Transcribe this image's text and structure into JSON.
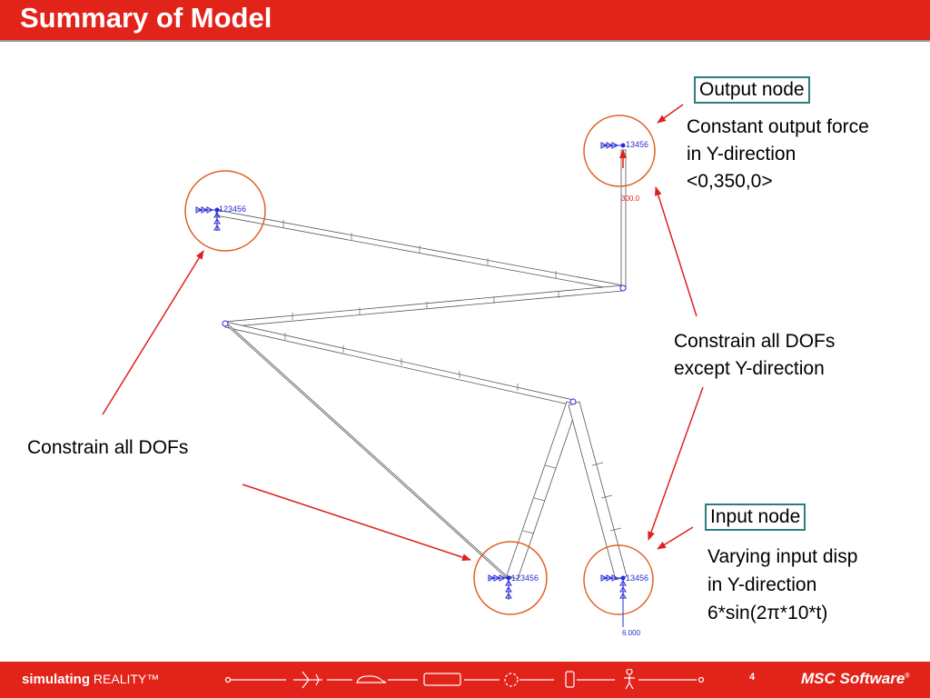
{
  "slide": {
    "title": "Summary of Model",
    "page_number": "4"
  },
  "annotations": {
    "output_node": "Output node",
    "output_force_line1": "Constant output force",
    "output_force_line2": "in Y-direction",
    "output_force_line3": "<0,350,0>",
    "constrain_except_line1": "Constrain all DOFs",
    "constrain_except_line2": "except Y-direction",
    "constrain_all": "Constrain all DOFs",
    "input_node": "Input node",
    "input_disp_line1": "Varying input disp",
    "input_disp_line2": "in Y-direction",
    "input_disp_line3": "6*sin(2π*10*t)"
  },
  "model_labels": {
    "node_top_left": "123456",
    "node_output": "13456",
    "node_bottom_mid": "123456",
    "node_input": "13456",
    "force_value": "300.0",
    "disp_value": "6.000"
  },
  "footer": {
    "tagline_bold": "simulating",
    "tagline_rest": "REALITY™",
    "logo": "MSC Software"
  },
  "colors": {
    "brand_red": "#e2231a",
    "circle_orange": "#e06020",
    "arrow_red": "#e02020",
    "constraint_blue": "#2b2bd6",
    "box_teal": "#2e7d7d"
  }
}
